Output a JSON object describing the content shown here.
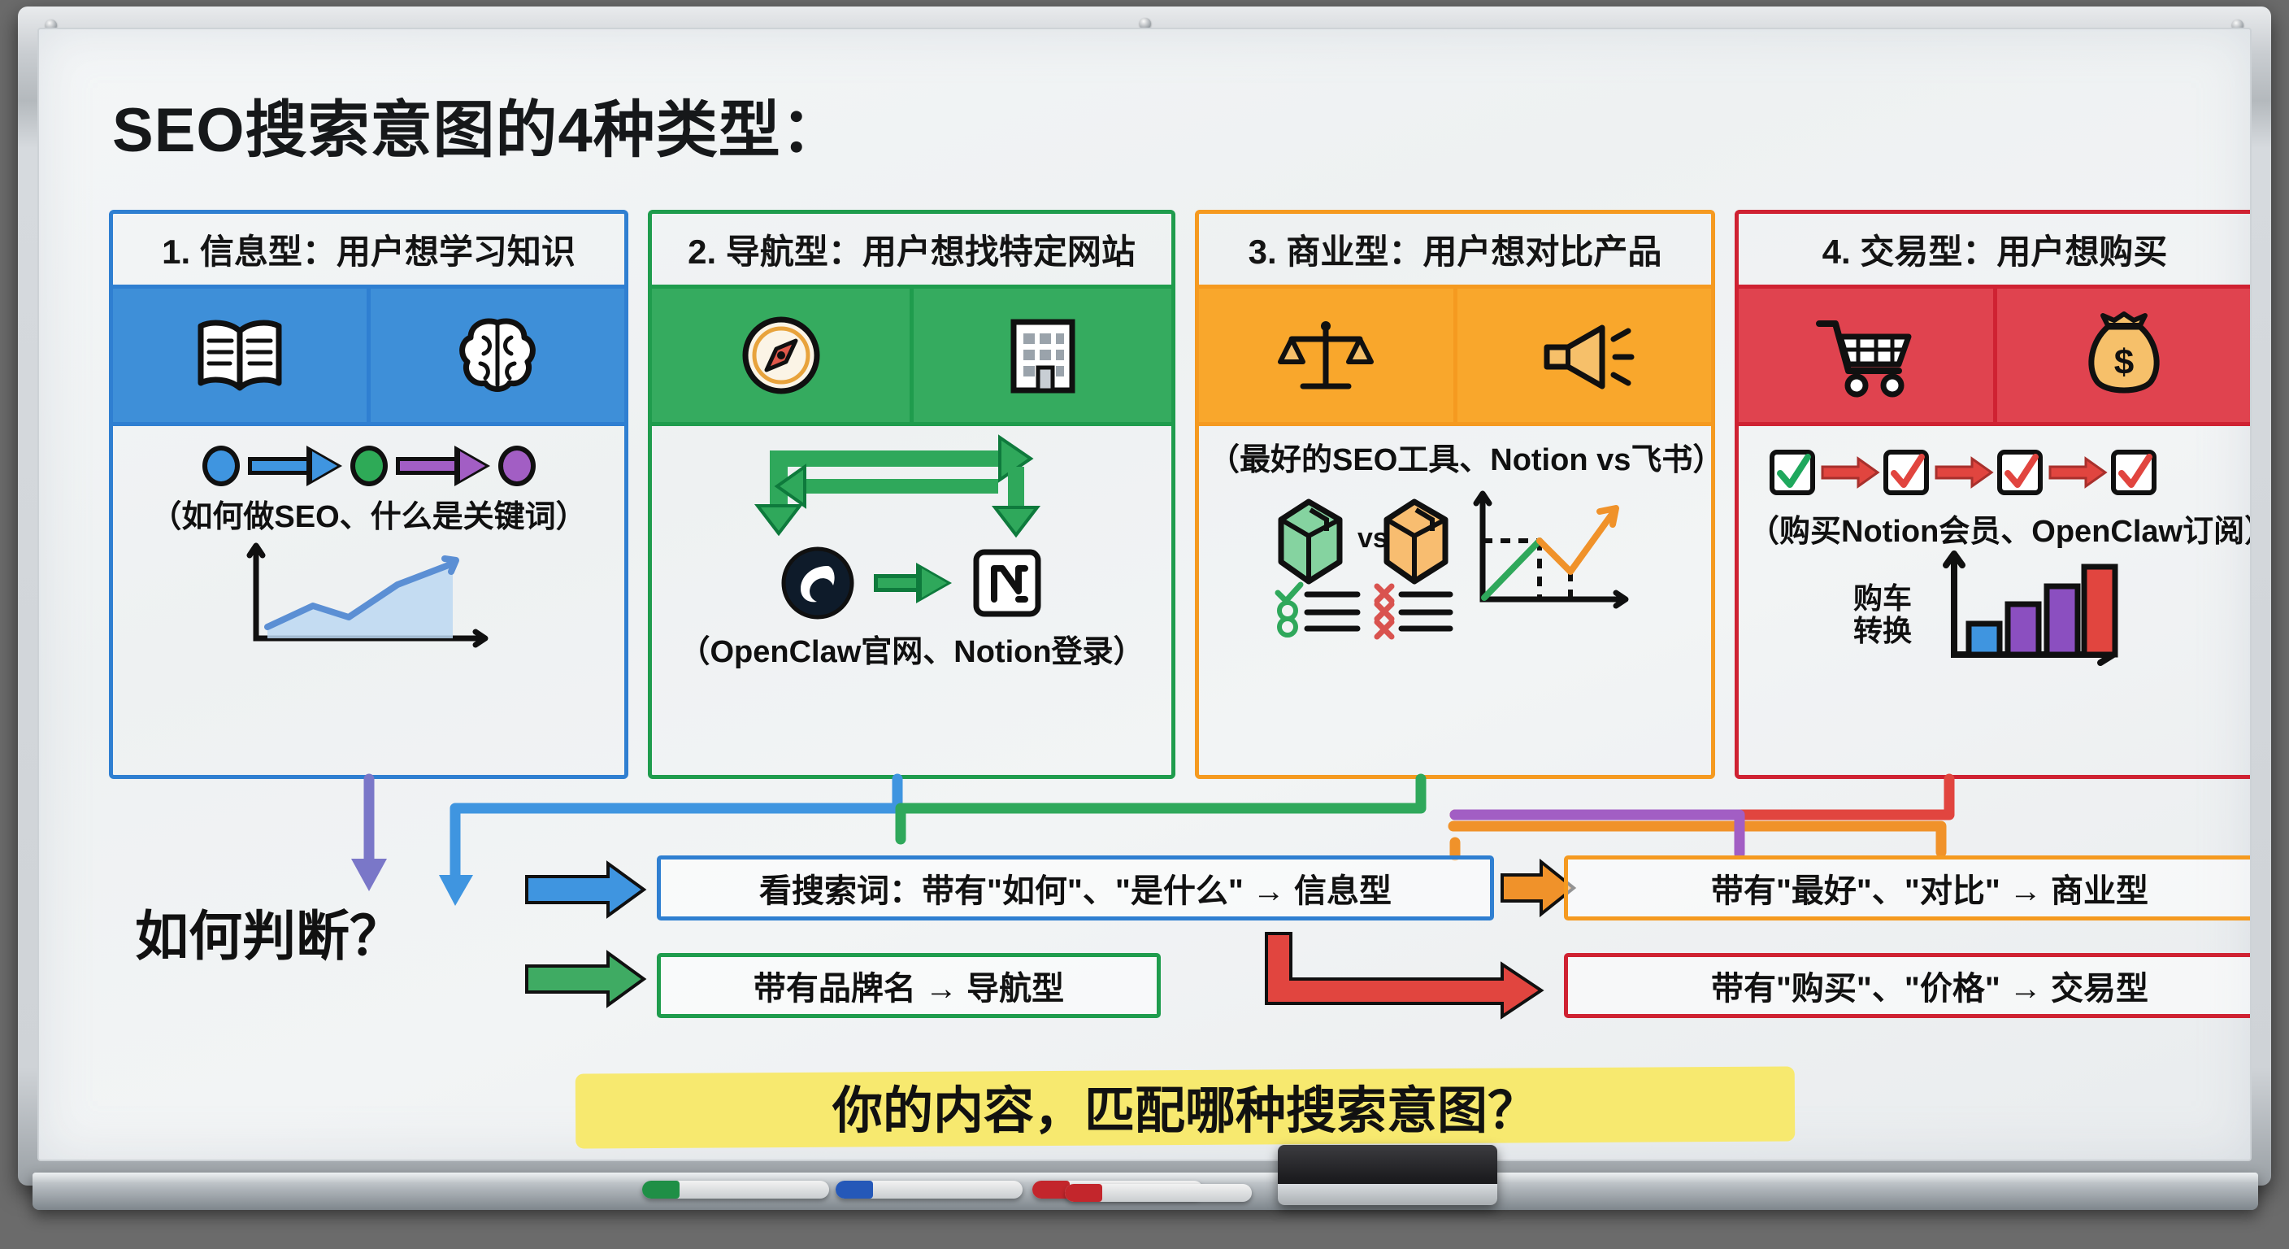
{
  "title": "SEO搜索意图的4种类型：",
  "columns": [
    {
      "id": "informational",
      "header": "1. 信息型：用户想学习知识",
      "color": "#2f7fd1",
      "icons": [
        "open-book-icon",
        "brain-icon"
      ],
      "example": "（如何做SEO、什么是关键词）",
      "flow_nodes": [
        "blue-dot",
        "green-dot",
        "purple-dot"
      ],
      "mini_chart": "rising-line-area-chart"
    },
    {
      "id": "navigational",
      "header": "2. 导航型：用户想找特定网站",
      "color": "#1f9c4d",
      "icons": [
        "compass-icon",
        "office-building-icon"
      ],
      "example": "（OpenClaw官网、Notion登录）",
      "brand_icons": [
        "openclaw-logo-icon",
        "notion-logo-icon"
      ],
      "mini_chart": "two-way-green-arrows"
    },
    {
      "id": "commercial",
      "header": "3. 商业型：用户想对比产品",
      "color": "#f59a20",
      "icons": [
        "balance-scale-icon",
        "megaphone-icon"
      ],
      "example": "（最好的SEO工具、Notion vs飞书）",
      "vs_label": "vs",
      "compare_left": [
        "check",
        "circle",
        "circle"
      ],
      "compare_right": [
        "cross",
        "cross",
        "cross"
      ],
      "mini_chart": "dip-then-rise-line-chart"
    },
    {
      "id": "transactional",
      "header": "4. 交易型：用户想购买",
      "color": "#cf2232",
      "icons": [
        "shopping-cart-icon",
        "money-bag-icon"
      ],
      "example": "（购买Notion会员、OpenClaw订阅）",
      "checklist_steps": 4,
      "chart_label_line1": "购车",
      "chart_label_line2": "转换",
      "mini_chart": "ascending-bar-chart"
    }
  ],
  "how_judge_label": "如何判断？",
  "rules": [
    {
      "id": "rule-informational",
      "text": "看搜索词：带有\"如何\"、\"是什么\" → 信息型",
      "color": "#2f7fd1"
    },
    {
      "id": "rule-commercial",
      "text": "带有\"最好\"、\"对比\" → 商业型",
      "color": "#f59a20"
    },
    {
      "id": "rule-navigational",
      "text": "带有品牌名 → 导航型",
      "color": "#1f9c4d"
    },
    {
      "id": "rule-transactional",
      "text": "带有\"购买\"、\"价格\" → 交易型",
      "color": "#cf2232"
    }
  ],
  "banner": {
    "text": "你的内容，匹配哪种搜索意图？",
    "highlight_color": "#f7e96f"
  },
  "chart_data": [
    {
      "type": "area",
      "title": "informational-trend",
      "x": [
        0,
        1,
        2,
        3,
        4
      ],
      "values": [
        10,
        22,
        18,
        40,
        62
      ],
      "series_color": "#5b8fd4",
      "xlabel": "",
      "ylabel": ""
    },
    {
      "type": "line",
      "title": "commercial-comparison-trend",
      "x": [
        0,
        1,
        2,
        3
      ],
      "values": [
        0,
        62,
        28,
        86
      ],
      "series_color": "#f0922a",
      "xlabel": "",
      "ylabel": ""
    },
    {
      "type": "bar",
      "title": "cart-conversion",
      "categories": [
        "1",
        "2",
        "3",
        "4"
      ],
      "values": [
        32,
        55,
        72,
        96
      ],
      "bar_colors": [
        "#3f95e0",
        "#8b4fc0",
        "#8b4fc0",
        "#e1453f"
      ],
      "xlabel": "",
      "ylabel": "",
      "ylim": [
        0,
        100
      ]
    }
  ],
  "whiteboard": {
    "markers": [
      "green-marker",
      "blue-marker",
      "red-marker",
      "red-marker"
    ],
    "eraser": "whiteboard-eraser"
  }
}
